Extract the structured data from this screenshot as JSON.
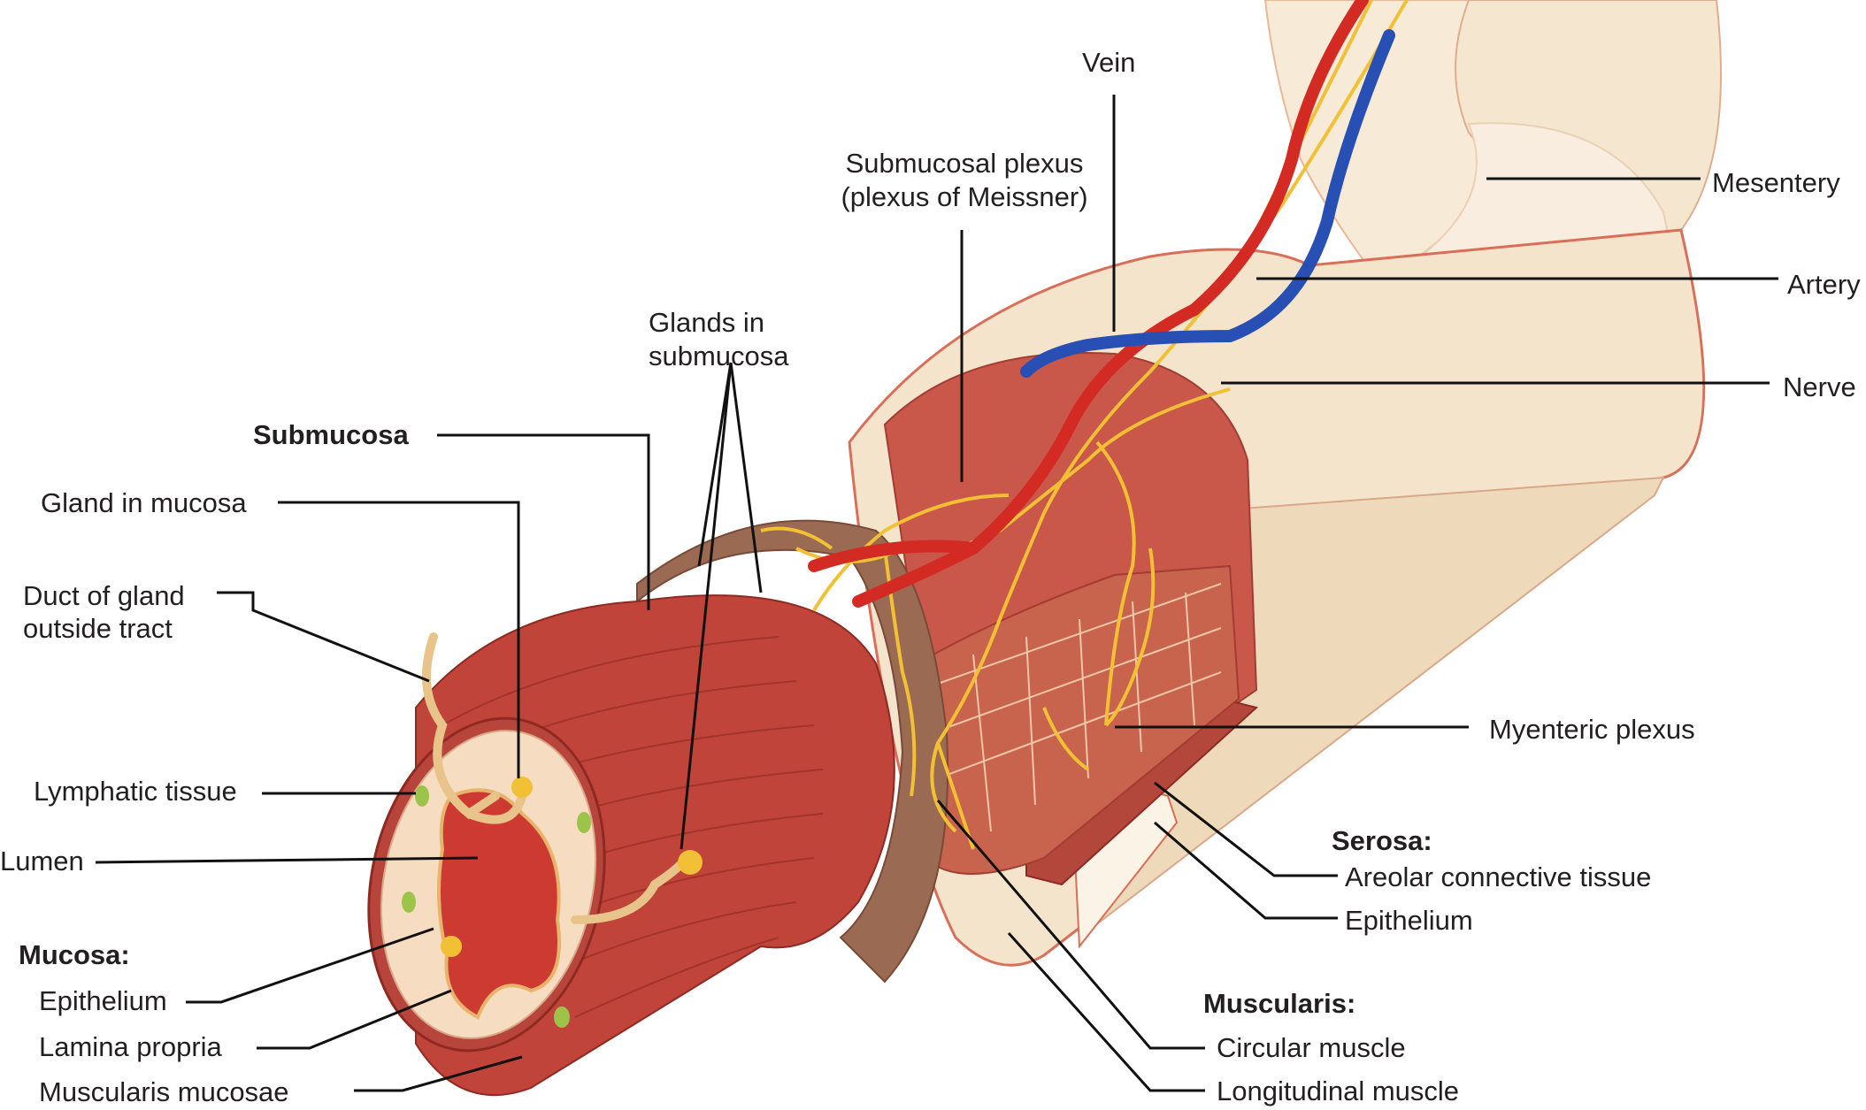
{
  "labels": {
    "vein": "Vein",
    "submucosal_plexus_1": "Submucosal plexus",
    "submucosal_plexus_2": "(plexus of Meissner)",
    "mesentery": "Mesentery",
    "artery": "Artery",
    "nerve": "Nerve",
    "glands_submucosa_1": "Glands in",
    "glands_submucosa_2": "submucosa",
    "submucosa": "Submucosa",
    "gland_in_mucosa": "Gland in mucosa",
    "duct_of_gland_1": "Duct of gland",
    "duct_of_gland_2": "outside tract",
    "lymphatic_tissue": "Lymphatic tissue",
    "lumen": "Lumen",
    "mucosa_heading": "Mucosa:",
    "mucosa_epithelium": "Epithelium",
    "lamina_propria": "Lamina propria",
    "muscularis_mucosae": "Muscularis mucosae",
    "myenteric_plexus": "Myenteric plexus",
    "serosa_heading": "Serosa:",
    "areolar_connective_tissue": "Areolar connective tissue",
    "serosa_epithelium": "Epithelium",
    "muscularis_heading": "Muscularis:",
    "circular_muscle": "Circular muscle",
    "longitudinal_muscle": "Longitudinal muscle"
  },
  "colors": {
    "muscle": "#c0443a",
    "muscle_dark": "#8e2a22",
    "submucosa_band": "#9a6a52",
    "mucosa": "#f6dcc0",
    "lumen": "#cc3a32",
    "serosa": "#f4e4cc",
    "mesentery": "#f7ebd7",
    "outline": "#d96f58",
    "artery": "#d32a24",
    "vein": "#2850b4",
    "nerve": "#f2c034",
    "lymph": "#9cc34a",
    "leader": "#111111"
  }
}
